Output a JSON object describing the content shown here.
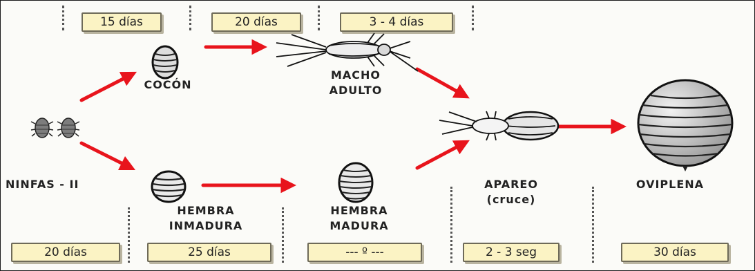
{
  "durations_top": [
    "15 días",
    "20 días",
    "3 - 4 días"
  ],
  "durations_bottom": [
    "20 días",
    "25 días",
    "--- º ---",
    "2 - 3 seg",
    "30 días"
  ],
  "stages": {
    "ninfas": "NINFAS - II",
    "cocon": "COCÓN",
    "macho_line1": "MACHO",
    "macho_line2": "ADULTO",
    "hembra_inmadura_line1": "HEMBRA",
    "hembra_inmadura_line2": "INMADURA",
    "hembra_madura_line1": "HEMBRA",
    "hembra_madura_line2": "MADURA",
    "apareo_line1": "APAREO",
    "apareo_line2": "(cruce)",
    "oviplena": "OVIPLENA"
  },
  "colors": {
    "arrow": "#e8141c",
    "box_fill": "#fbf3c4",
    "box_border": "#6e6a58"
  }
}
